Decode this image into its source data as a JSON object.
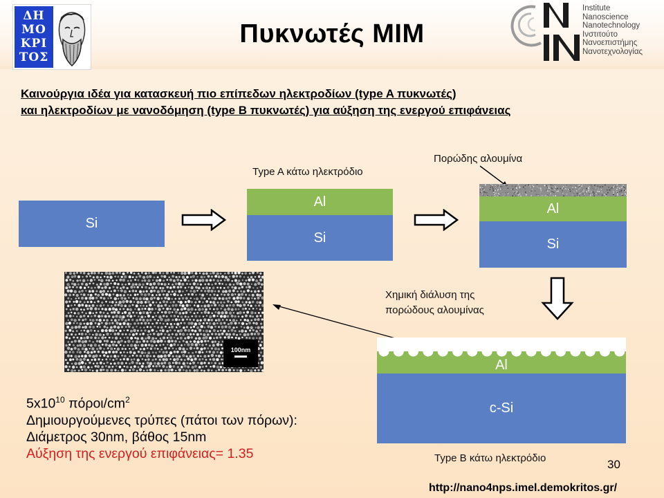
{
  "header": {
    "title": "Πυκνωτές MIM",
    "left_logo_letters": [
      "ΔΗ",
      "ΜΟ",
      "ΚΡΙ",
      "ΤΟΣ"
    ],
    "right_logo_org_lines": [
      "Institute",
      "Nanoscience",
      "Nanotechnology",
      "Ινστιτούτο",
      "Νανοεπιστήμης",
      "Νανοτεχνολογίας"
    ]
  },
  "intro": {
    "line1": "Καινούργια ιδέα για κατασκευή πιο επίπεδων ηλεκτροδίων (type A πυκνωτές)",
    "line2": "και ηλεκτροδίων με νανοδόμηση (type B πυκνωτές) για αύξηση της ενεργού επιφάνειας"
  },
  "diagram": {
    "step1": {
      "si": "Si"
    },
    "step2": {
      "caption": "Type A κάτω ηλεκτρόδιο",
      "al": "Al",
      "si": "Si"
    },
    "step3": {
      "caption": "Πορώδης αλουμίνα",
      "al": "Al",
      "si": "Si"
    },
    "step4": {
      "caption_line1": "Χημική διάλυση της",
      "caption_line2": "πορώδους αλουμίνας"
    },
    "step5": {
      "al": "Al",
      "si": "c-Si",
      "caption": "Type B κάτω ηλεκτρόδιο"
    },
    "sem_scale_label": "100nm"
  },
  "facts": {
    "line1_prefix": "5x10",
    "line1_exp": "10",
    "line1_mid": " πόροι/cm",
    "line1_sup": "2",
    "line2": "Δημιουργούμενες τρύπες (πάτοι των πόρων):",
    "line3": "Διάμετρος 30nm, βάθος 15nm",
    "line4": "Αύξηση της ενεργού επιφάνειας= 1.35"
  },
  "footer": {
    "page_number": "30",
    "url": "http://nano4nps.imel.demokritos.gr/"
  },
  "colors": {
    "silicon": "#5b7fc4",
    "aluminum": "#8dba55",
    "highlight": "#d21f1f"
  }
}
